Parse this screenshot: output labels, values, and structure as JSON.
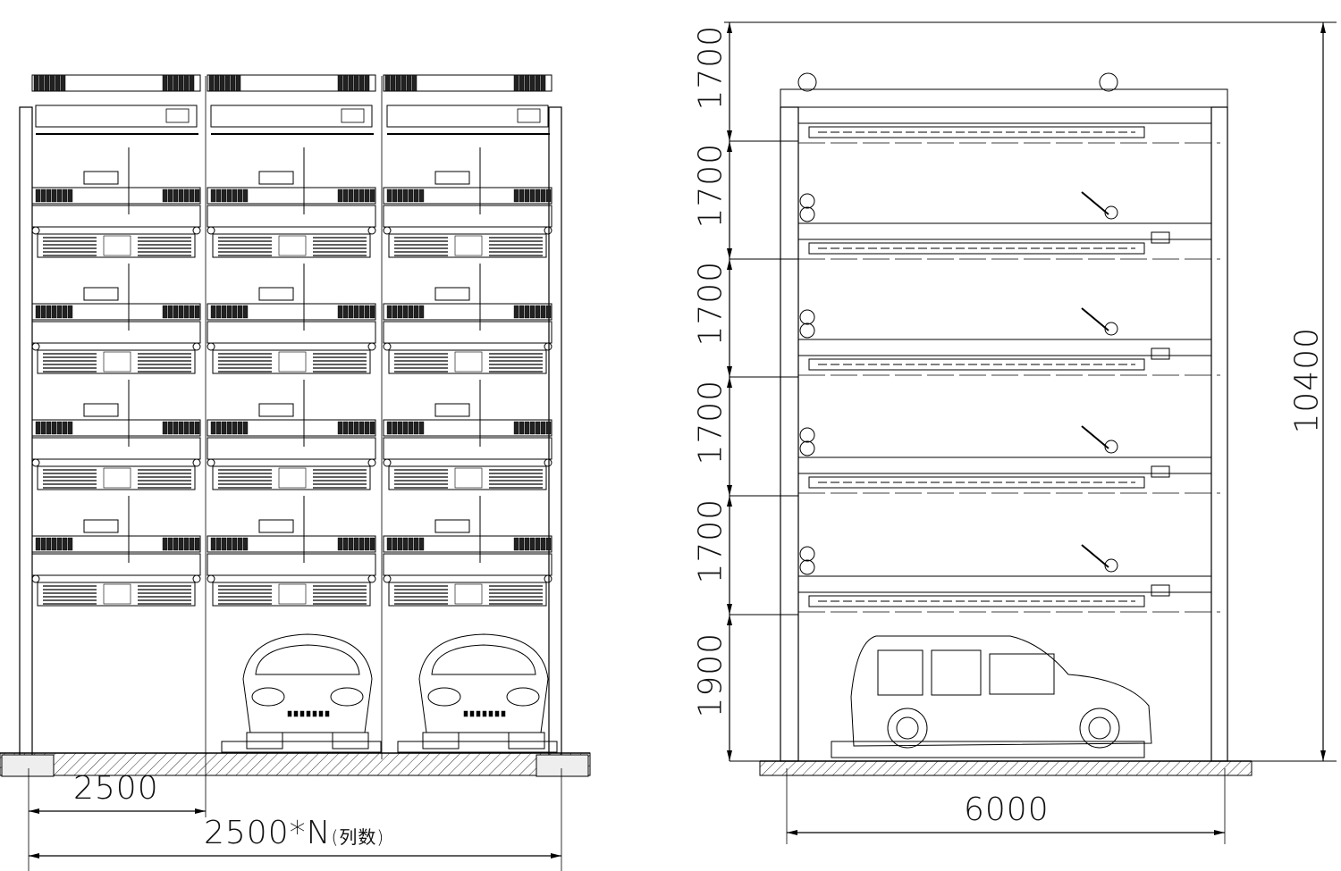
{
  "front_view": {
    "column_width_label": "2500",
    "total_width_label": "2500*N",
    "total_width_note": "(列数)",
    "columns": 3,
    "levels": 5,
    "ground_cars": 2
  },
  "side_view": {
    "level_heights": [
      "1700",
      "1700",
      "1700",
      "1700",
      "1700",
      "1900"
    ],
    "total_height_label": "10400",
    "depth_label": "6000"
  },
  "colors": {
    "line": "#000000",
    "background": "#ffffff"
  }
}
